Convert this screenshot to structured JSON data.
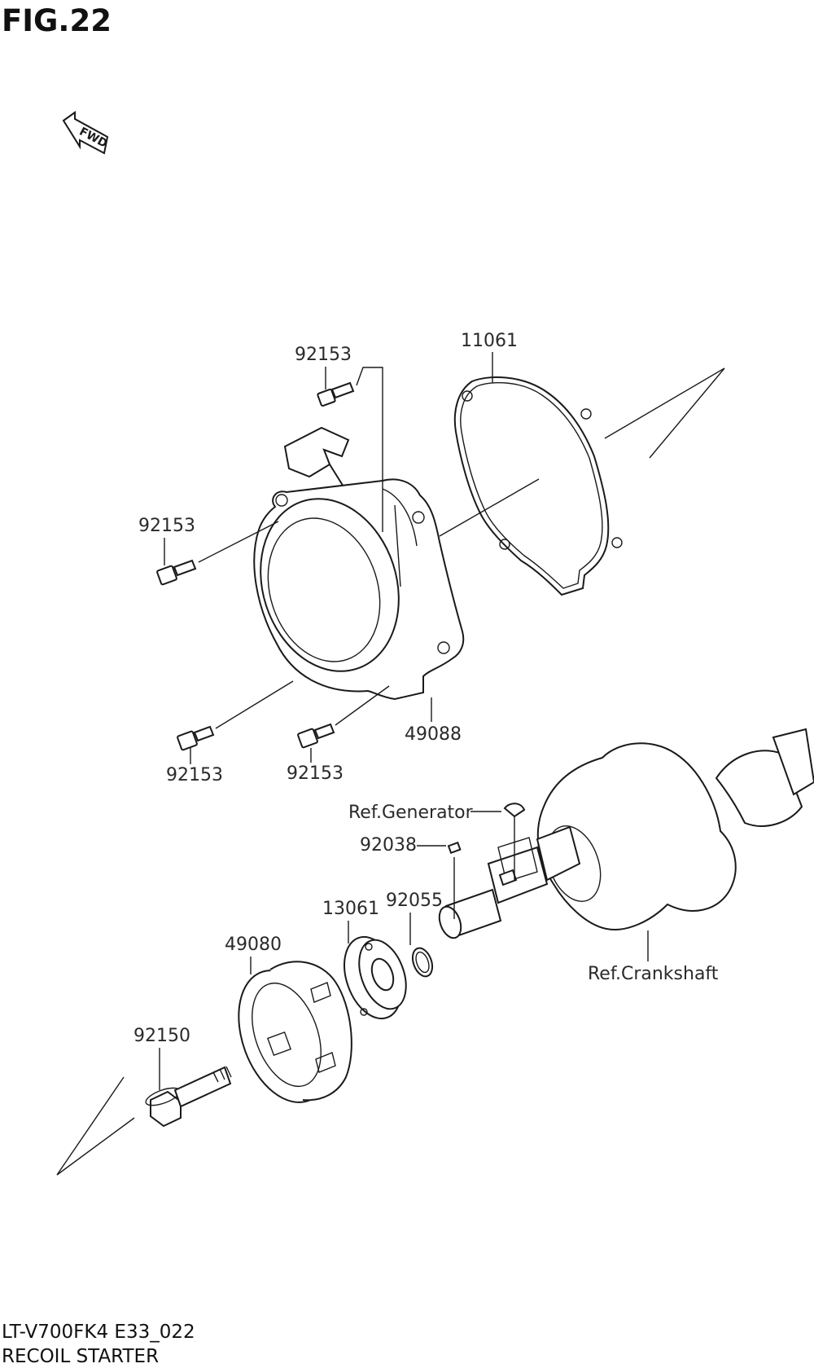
{
  "figure": {
    "title": "FIG.22",
    "fwd_label": "FWD"
  },
  "footer": {
    "model_code": "LT-V700FK4 E33_022",
    "section_name": "RECOIL STARTER"
  },
  "callouts": {
    "c11061": "11061",
    "c92153_top": "92153",
    "c92153_left": "92153",
    "c92153_bottom_left": "92153",
    "c92153_bottom_right": "92153",
    "c49088": "49088",
    "c_ref_generator": "Ref.Generator",
    "c92038": "92038",
    "c13061": "13061",
    "c92055": "92055",
    "c49080": "49080",
    "c92150": "92150",
    "c_ref_crankshaft": "Ref.Crankshaft"
  }
}
